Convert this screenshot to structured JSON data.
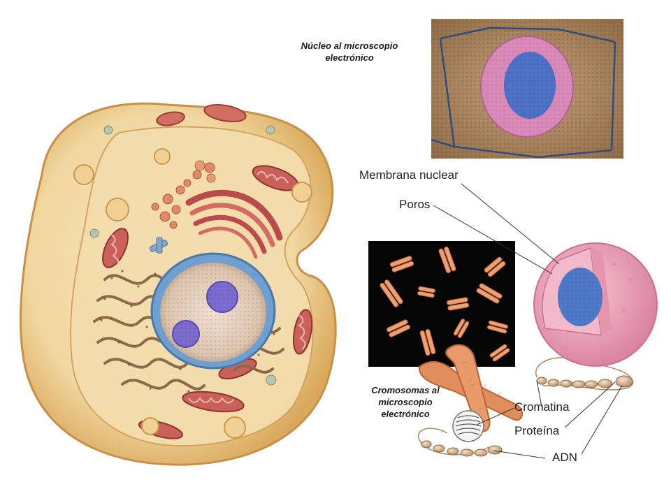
{
  "captions": {
    "nucleus_em": [
      "Núcleo al microscopio",
      "electrónico"
    ],
    "chromosomes_em": [
      "Cromosomas al",
      "microscopio",
      "electrónico"
    ]
  },
  "labels": {
    "nuclear_membrane": "Membrana nuclear",
    "pores": "Poros",
    "chromatin": "Cromatina",
    "protein": "Proteína",
    "dna": "ADN"
  },
  "colors": {
    "cytoplasm": "#f1d7a0",
    "cell_edge": "#d9a85b",
    "nucleus_envelope": "#6f9fcf",
    "nucleoplasm": "#e6d2c0",
    "nucleolus": "#7a6ad0",
    "mitochondria": "#c9605a",
    "micrograph_bg": "#a07a52",
    "micrograph_nucleus": "#d889b8",
    "micrograph_chromatin": "#4a6fc4",
    "chromosome": "#f0a070",
    "nucleus_3d_outer": "#efa8c0",
    "nucleus_3d_inner": "#4b78c8",
    "leader_line": "#333333"
  }
}
